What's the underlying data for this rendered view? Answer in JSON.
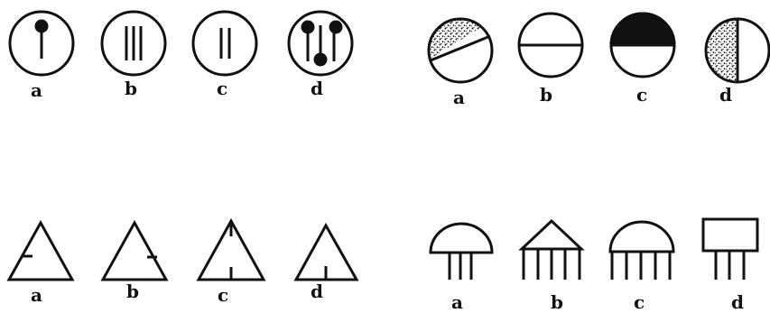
{
  "groups": [
    {
      "id": "circles-with-lines",
      "labels": [
        "a",
        "b",
        "c",
        "d"
      ]
    },
    {
      "id": "circles-with-shading",
      "labels": [
        "a",
        "b",
        "c",
        "d"
      ]
    },
    {
      "id": "triangles-with-ticks",
      "labels": [
        "a",
        "b",
        "c",
        "d"
      ]
    },
    {
      "id": "domes-with-legs",
      "labels": [
        "a",
        "b",
        "c",
        "d"
      ]
    }
  ],
  "colors": {
    "ink": "#111111",
    "paper": "#ffffff"
  }
}
